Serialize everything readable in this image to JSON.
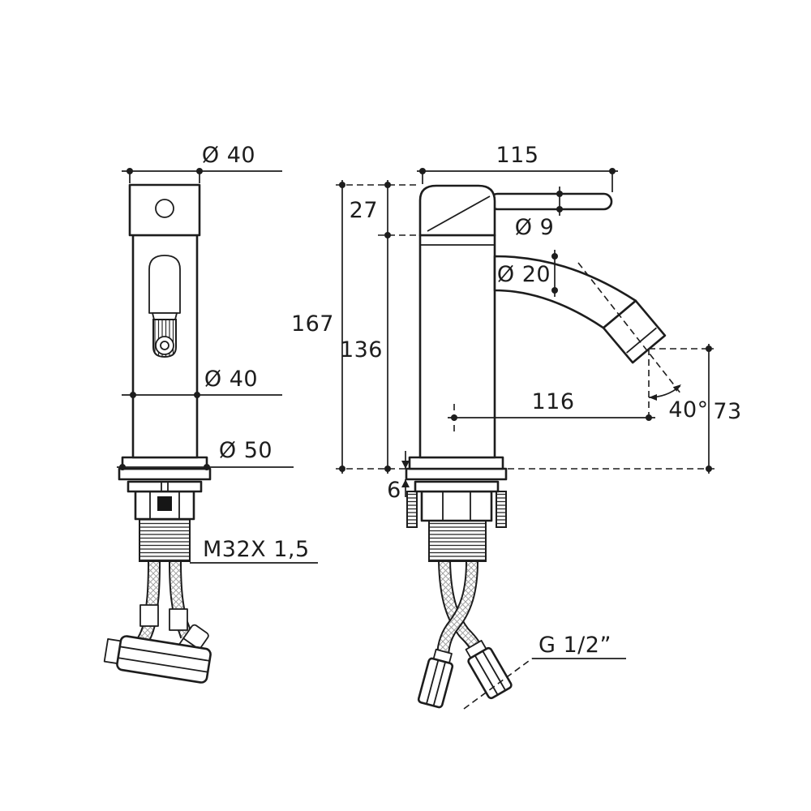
{
  "meta": {
    "background": "#ffffff",
    "line_color": "#1d1d1d",
    "drawing_type": "bidet-mixer-tap technical dimension drawing, front and side views"
  },
  "labels": {
    "handle_diameter": "Ø 40",
    "lever_length": "115",
    "cap_height": "27",
    "lever_diameter": "Ø 9",
    "spout_diameter": "Ø 20",
    "total_height": "167",
    "body_height": "136",
    "body_diameter": "Ø 40",
    "base_diameter": "Ø 50",
    "spout_reach": "116",
    "spout_angle": "40°",
    "outlet_height": "73",
    "base_plate_thickness": "6",
    "shank_thread": "M32X 1,5",
    "hose_connection": "G 1/2”"
  }
}
